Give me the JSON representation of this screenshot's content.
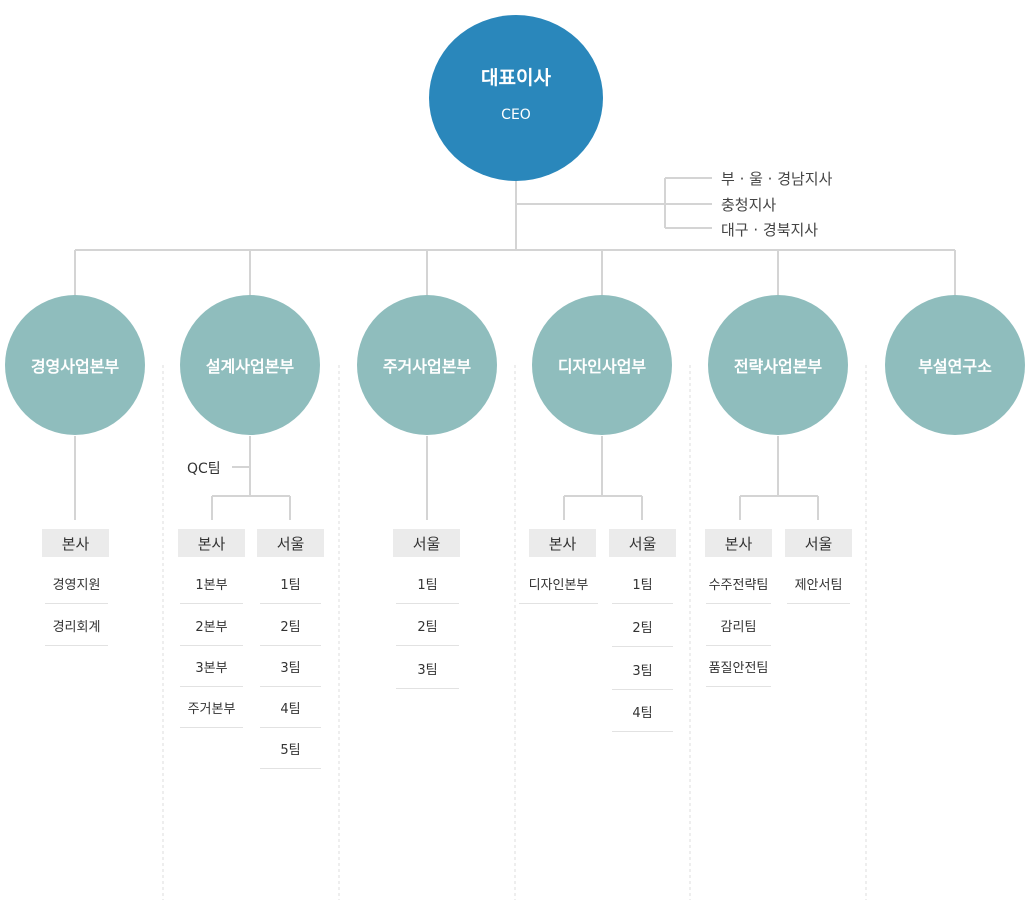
{
  "ceo": {
    "title": "대표이사",
    "subtitle": "CEO"
  },
  "branches": [
    "부 · 울 · 경남지사",
    "충청지사",
    "대구 · 경북지사"
  ],
  "divisions": [
    {
      "name": "경영사업본부",
      "groups": [
        {
          "header": "본사",
          "items": [
            "경영지원",
            "경리회계"
          ]
        }
      ]
    },
    {
      "name": "설계사업본부",
      "sub_unit": "QC팀",
      "groups": [
        {
          "header": "본사",
          "items": [
            "1본부",
            "2본부",
            "3본부",
            "주거본부"
          ]
        },
        {
          "header": "서울",
          "items": [
            "1팀",
            "2팀",
            "3팀",
            "4팀",
            "5팀"
          ]
        }
      ]
    },
    {
      "name": "주거사업본부",
      "groups": [
        {
          "header": "서울",
          "items": [
            "1팀",
            "2팀",
            "3팀"
          ]
        }
      ]
    },
    {
      "name": "디자인사업부",
      "groups": [
        {
          "header": "본사",
          "items": [
            "디자인본부"
          ]
        },
        {
          "header": "서울",
          "items": [
            "1팀",
            "2팀",
            "3팀",
            "4팀"
          ]
        }
      ]
    },
    {
      "name": "전략사업본부",
      "groups": [
        {
          "header": "본사",
          "items": [
            "수주전략팀",
            "감리팀",
            "품질안전팀"
          ]
        },
        {
          "header": "서울",
          "items": [
            "제안서팀"
          ]
        }
      ]
    },
    {
      "name": "부설연구소",
      "groups": []
    }
  ],
  "colors": {
    "ceo": "#2a87bb",
    "division": "#8fbdbd",
    "header_bg": "#ebebeb",
    "line": "#d4d4d4"
  }
}
